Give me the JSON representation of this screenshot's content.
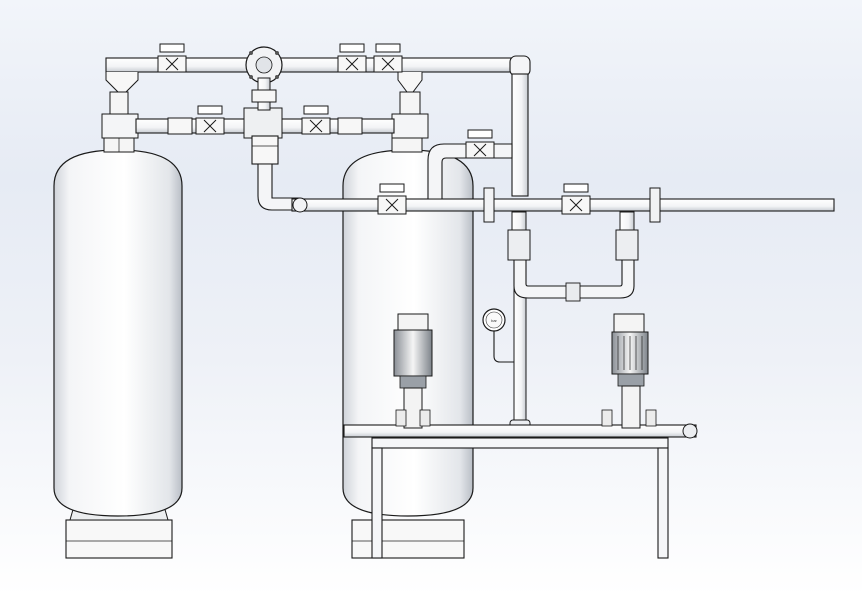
{
  "scene": {
    "title": "",
    "colors": {
      "background_top": "#e6ebf4",
      "background_bottom": "#ffffff",
      "outline": "#1a1a1a",
      "body_fill": "#ffffff",
      "shade": "#d9dde3"
    },
    "components": [
      "left-pressure-vessel",
      "right-pressure-vessel",
      "top-header-pipe",
      "middle-header-pipe",
      "outlet-pipe",
      "vertical-riser-pipe",
      "filter-housing",
      "flange-disc",
      "butterfly-valves",
      "left-pump",
      "right-pump",
      "pressure-gauge",
      "pump-skid-frame"
    ],
    "gauge": {
      "label": "bar"
    }
  }
}
